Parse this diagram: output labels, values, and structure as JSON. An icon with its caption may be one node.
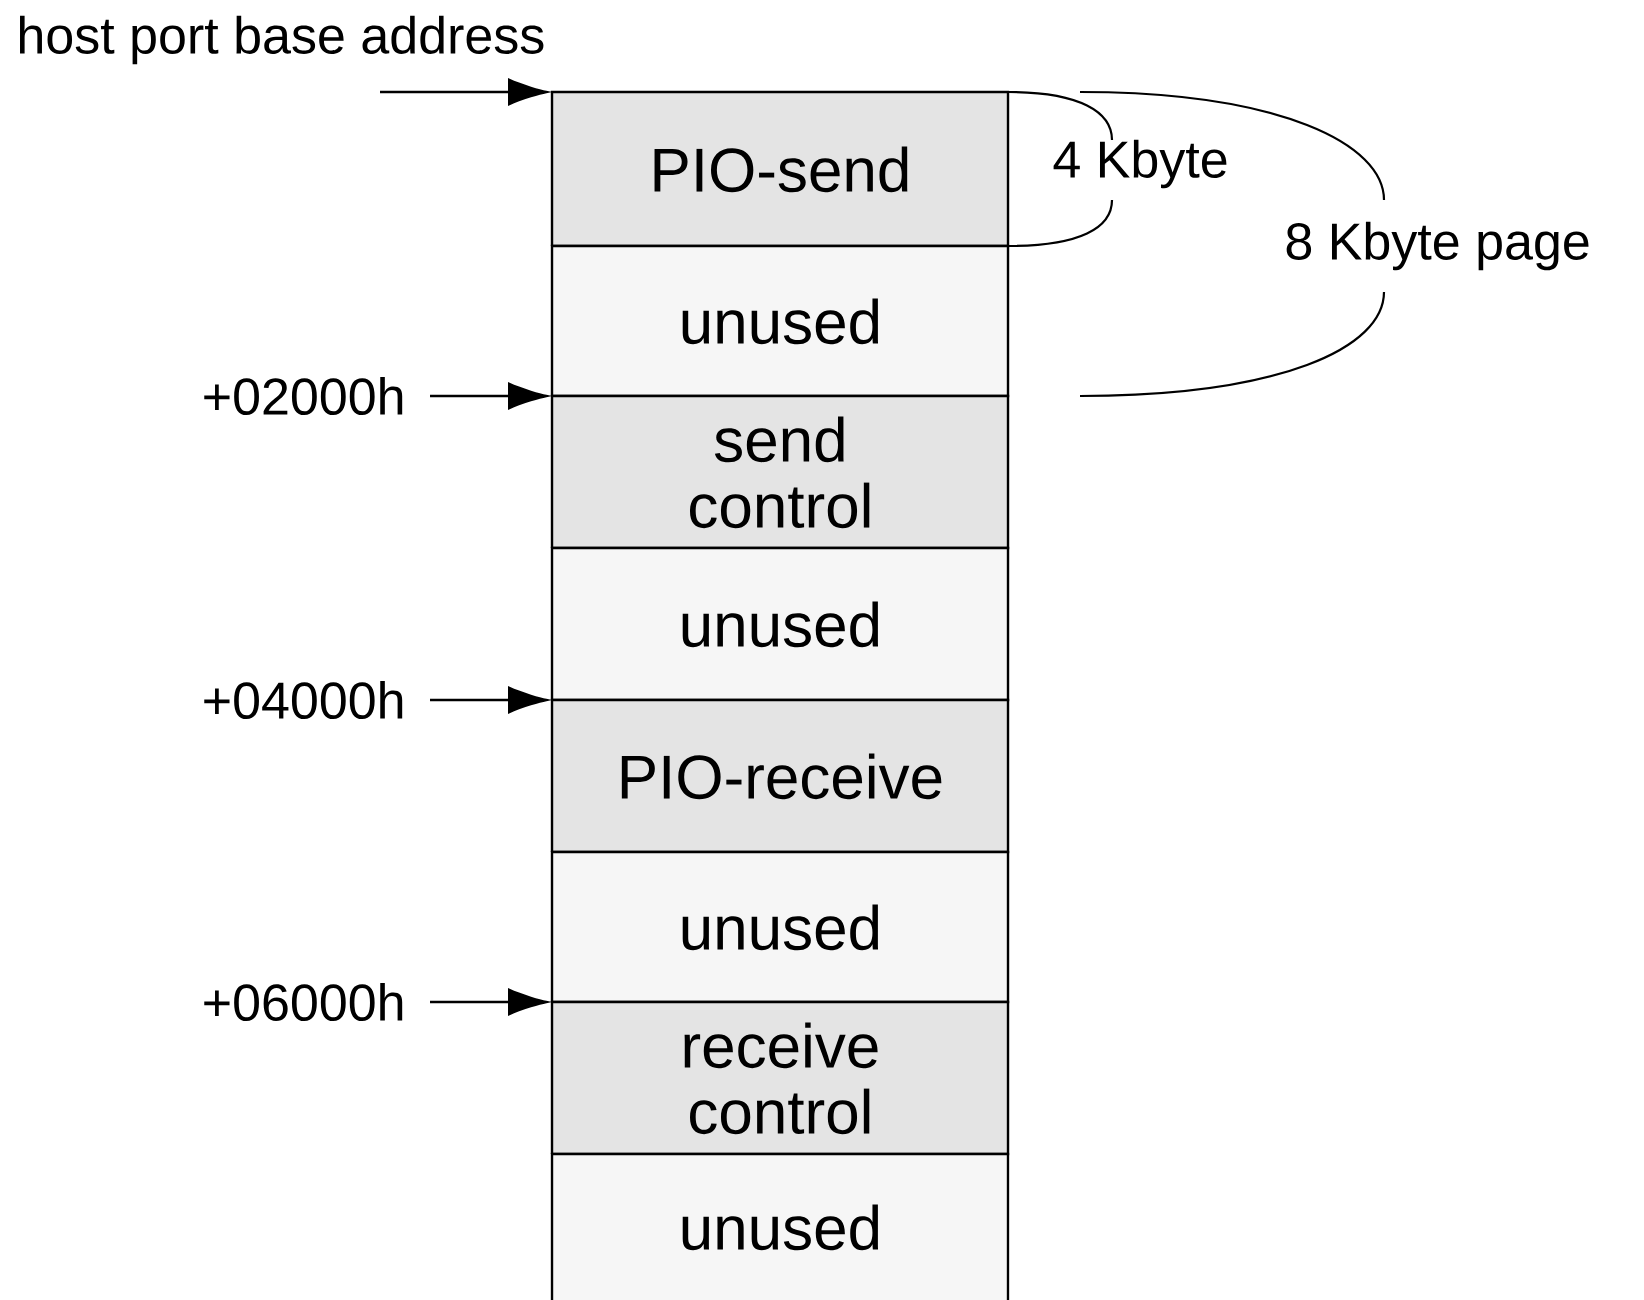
{
  "diagram": {
    "nodes": [
      {
        "text": [
          "host port base address"
        ]
      },
      {
        "text": [
          "PIO-send"
        ]
      },
      {
        "text": [
          "unused"
        ]
      },
      {
        "text": [
          "+02000h"
        ]
      },
      {
        "text": [
          "send control"
        ]
      },
      {
        "text": [
          "unused"
        ]
      },
      {
        "text": [
          "+04000h"
        ]
      },
      {
        "text": [
          "PIO-receive"
        ]
      },
      {
        "text": [
          "unused"
        ]
      },
      {
        "text": [
          "+06000h"
        ]
      },
      {
        "text": [
          "receive control"
        ]
      },
      {
        "text": [
          "unused"
        ]
      }
    ],
    "edges": [
      {
        "from": 0,
        "to": 1,
        "arrow": "to"
      },
      {
        "from": 3,
        "to": 4,
        "arrow": "to"
      },
      {
        "from": 6,
        "to": 7,
        "arrow": "to"
      },
      {
        "from": 9,
        "to": 10,
        "arrow": "to"
      }
    ],
    "labels": [
      "4 Kbyte",
      "8 Kbyte page"
    ]
  }
}
